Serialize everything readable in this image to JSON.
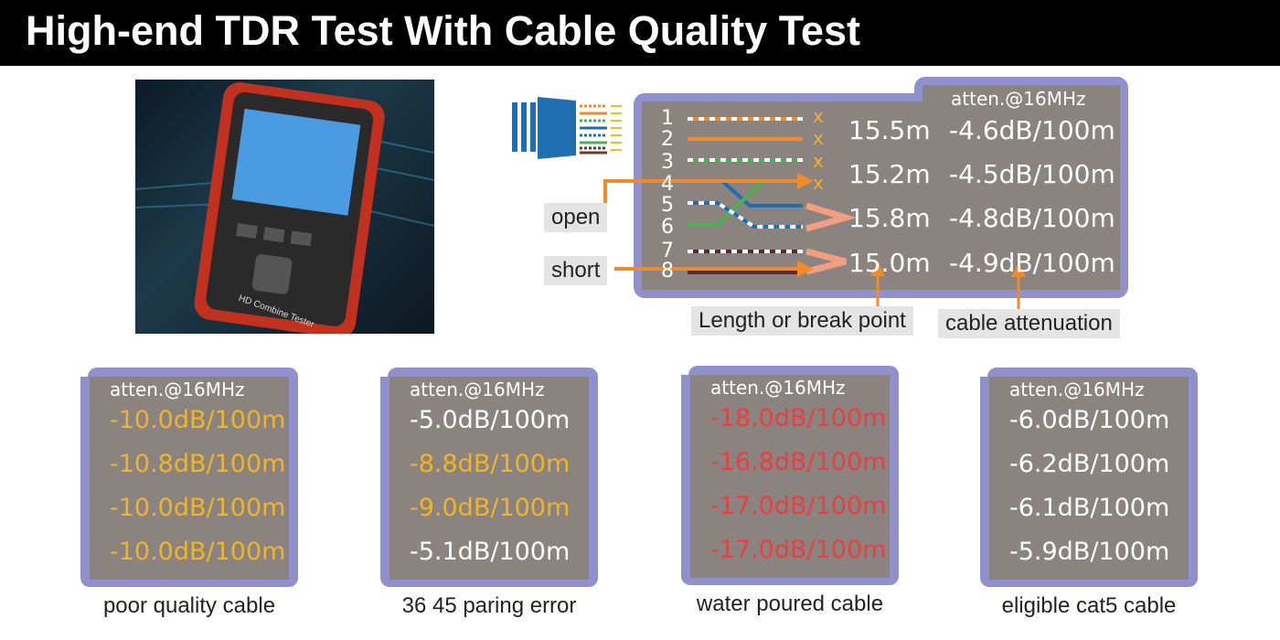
{
  "title": "High-end TDR Test With Cable Quality Test",
  "device": {
    "label": "HD Combine Tester"
  },
  "main_panel": {
    "header": "atten.@16MHz",
    "pins": [
      "1",
      "2",
      "3",
      "4",
      "5",
      "6",
      "7",
      "8"
    ],
    "open_marks": [
      "x",
      "x",
      "x",
      "x"
    ],
    "rows": [
      {
        "length": "15.5m",
        "atten": "-4.6dB/100m"
      },
      {
        "length": "15.2m",
        "atten": "-4.5dB/100m"
      },
      {
        "length": "15.8m",
        "atten": "-4.8dB/100m"
      },
      {
        "length": "15.0m",
        "atten": "-4.9dB/100m"
      }
    ],
    "labels": {
      "open": "open",
      "short": "short",
      "length": "Length or break point",
      "attenuation": "cable attenuation"
    }
  },
  "colors": {
    "panel": "#8a8380",
    "border": "#9090cc",
    "yellow": "#f0b429",
    "red": "#e84040",
    "white": "#ffffff",
    "arrow": "#f08a2a"
  },
  "samples": [
    {
      "caption": "poor quality cable",
      "header": "atten.@16MHz",
      "values": [
        {
          "v": "-10.0dB/100m",
          "c": "yellow"
        },
        {
          "v": "-10.8dB/100m",
          "c": "yellow"
        },
        {
          "v": "-10.0dB/100m",
          "c": "yellow"
        },
        {
          "v": "-10.0dB/100m",
          "c": "yellow"
        }
      ]
    },
    {
      "caption": "36 45 paring error",
      "header": "atten.@16MHz",
      "values": [
        {
          "v": "-5.0dB/100m",
          "c": "white"
        },
        {
          "v": "-8.8dB/100m",
          "c": "yellow"
        },
        {
          "v": "-9.0dB/100m",
          "c": "yellow"
        },
        {
          "v": "-5.1dB/100m",
          "c": "white"
        }
      ]
    },
    {
      "caption": "water poured cable",
      "header": "atten.@16MHz",
      "values": [
        {
          "v": "-18.0dB/100m",
          "c": "red"
        },
        {
          "v": "-16.8dB/100m",
          "c": "red"
        },
        {
          "v": "-17.0dB/100m",
          "c": "red"
        },
        {
          "v": "-17.0dB/100m",
          "c": "red"
        }
      ]
    },
    {
      "caption": "eligible cat5 cable",
      "header": "atten.@16MHz",
      "values": [
        {
          "v": "-6.0dB/100m",
          "c": "white"
        },
        {
          "v": "-6.2dB/100m",
          "c": "white"
        },
        {
          "v": "-6.1dB/100m",
          "c": "white"
        },
        {
          "v": "-5.9dB/100m",
          "c": "white"
        }
      ]
    }
  ]
}
